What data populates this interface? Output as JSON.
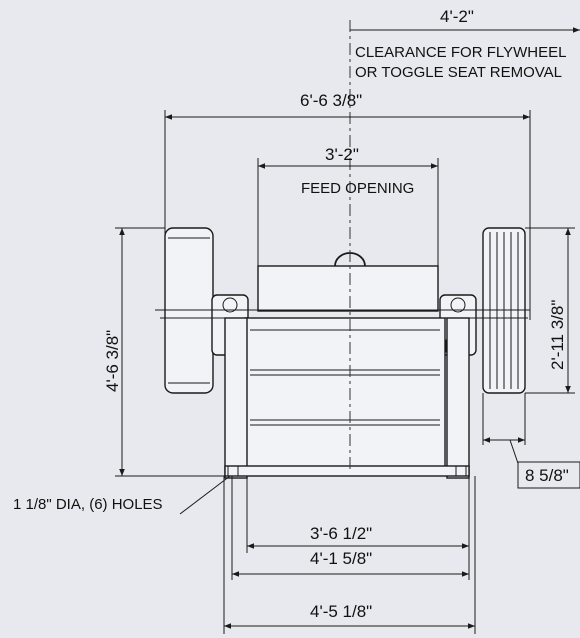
{
  "dimensions": {
    "clearance": "4'-2\"",
    "overall_width": "6'-6 3/8\"",
    "feed_opening": "3'-2\"",
    "height": "4'-6 3/8\"",
    "sheave_height": "2'-11 3/8\"",
    "sheave_width": "8 5/8\"",
    "base_inner": "3'-6 1/2\"",
    "base_mid": "4'-1 5/8\"",
    "base_outer": "4'-5 1/8\""
  },
  "notes": {
    "clearance_line1": "CLEARANCE FOR FLYWHEEL",
    "clearance_line2": "OR TOGGLE SEAT REMOVAL",
    "feed_opening_label": "FEED OPENING",
    "holes": "1 1/8\" DIA, (6) HOLES"
  }
}
